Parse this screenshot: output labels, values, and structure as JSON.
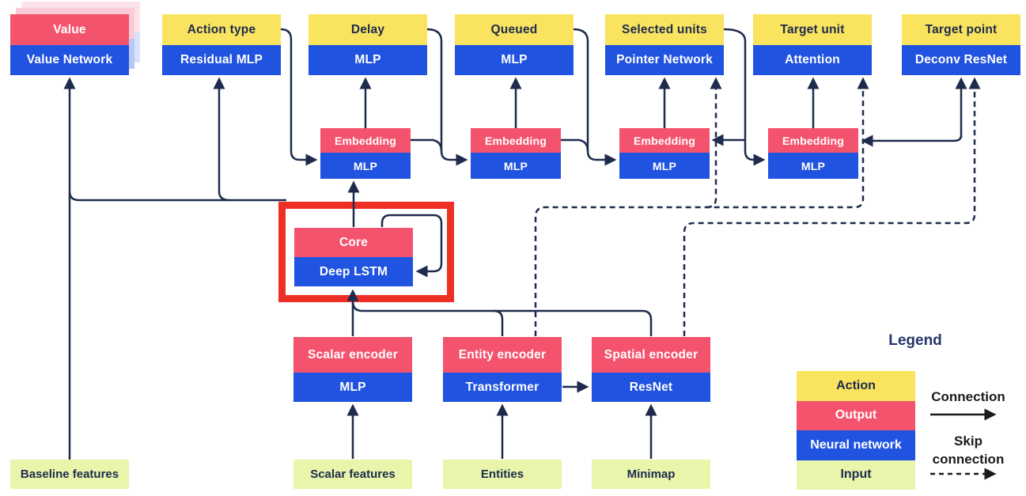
{
  "diagram": {
    "heads": [
      {
        "action": "Value",
        "network": "Value Network"
      },
      {
        "action": "Action type",
        "network": "Residual MLP"
      },
      {
        "action": "Delay",
        "network": "MLP"
      },
      {
        "action": "Queued",
        "network": "MLP"
      },
      {
        "action": "Selected units",
        "network": "Pointer Network"
      },
      {
        "action": "Target unit",
        "network": "Attention"
      },
      {
        "action": "Target point",
        "network": "Deconv ResNet"
      }
    ],
    "embeddings": [
      {
        "output": "Embedding",
        "network": "MLP"
      },
      {
        "output": "Embedding",
        "network": "MLP"
      },
      {
        "output": "Embedding",
        "network": "MLP"
      },
      {
        "output": "Embedding",
        "network": "MLP"
      }
    ],
    "core": {
      "output": "Core",
      "network": "Deep LSTM"
    },
    "encoders": [
      {
        "output": "Scalar encoder",
        "network": "MLP"
      },
      {
        "output": "Entity encoder",
        "network": "Transformer"
      },
      {
        "output": "Spatial encoder",
        "network": "ResNet"
      }
    ],
    "inputs": [
      "Baseline features",
      "Scalar features",
      "Entities",
      "Minimap"
    ]
  },
  "legend": {
    "title": "Legend",
    "items": [
      {
        "label": "Action"
      },
      {
        "label": "Output"
      },
      {
        "label": "Neural network"
      },
      {
        "label": "Input"
      }
    ],
    "connection_label": "Connection",
    "skip_connection_label": "Skip connection"
  },
  "colors": {
    "action_yellow": "#F9E35F",
    "output_pink": "#F4536E",
    "network_blue": "#2053DF",
    "input_green": "#E8F5AB",
    "connector_navy": "#1E2B4D",
    "highlight_red": "#EE2F25"
  }
}
